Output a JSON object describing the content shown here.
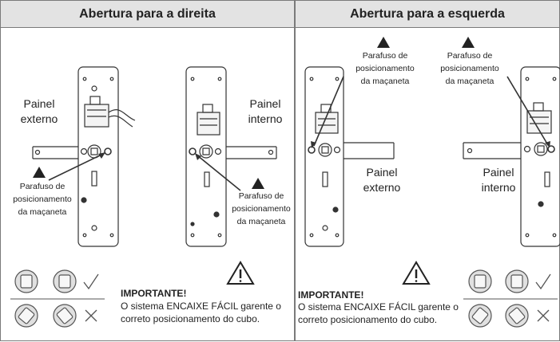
{
  "right_section": {
    "title": "Abertura para a direita",
    "external_panel": [
      "Painel",
      "externo"
    ],
    "internal_panel": [
      "Painel",
      "interno"
    ],
    "screw_label_left": [
      "Parafuso de",
      "posicionamento",
      "da maçaneta"
    ],
    "screw_label_right": [
      "Parafuso de",
      "posicionamento",
      "da maçaneta"
    ],
    "important_title": "IMPORTANTE!",
    "important_text": [
      "O sistema ENCAIXE FÁCIL garente o",
      "correto posicionamento do cubo."
    ]
  },
  "left_section": {
    "title": "Abertura para a esquerda",
    "screw_label_left": [
      "Parafuso de",
      "posicionamento",
      "da maçaneta"
    ],
    "screw_label_right": [
      "Parafuso de",
      "posicionamento",
      "da maçaneta"
    ],
    "external_panel": [
      "Painel",
      "externo"
    ],
    "internal_panel": [
      "Painel",
      "interno"
    ],
    "important_title": "IMPORTANTE!",
    "important_text": [
      "O sistema ENCAIXE FÁCIL garente o",
      "correto posicionamento do cubo."
    ]
  },
  "icons": {
    "warning": "warning-icon",
    "check": "check-icon",
    "cross": "cross-icon"
  },
  "colors": {
    "header_bg": "#e3e3e3",
    "line": "#333333"
  }
}
